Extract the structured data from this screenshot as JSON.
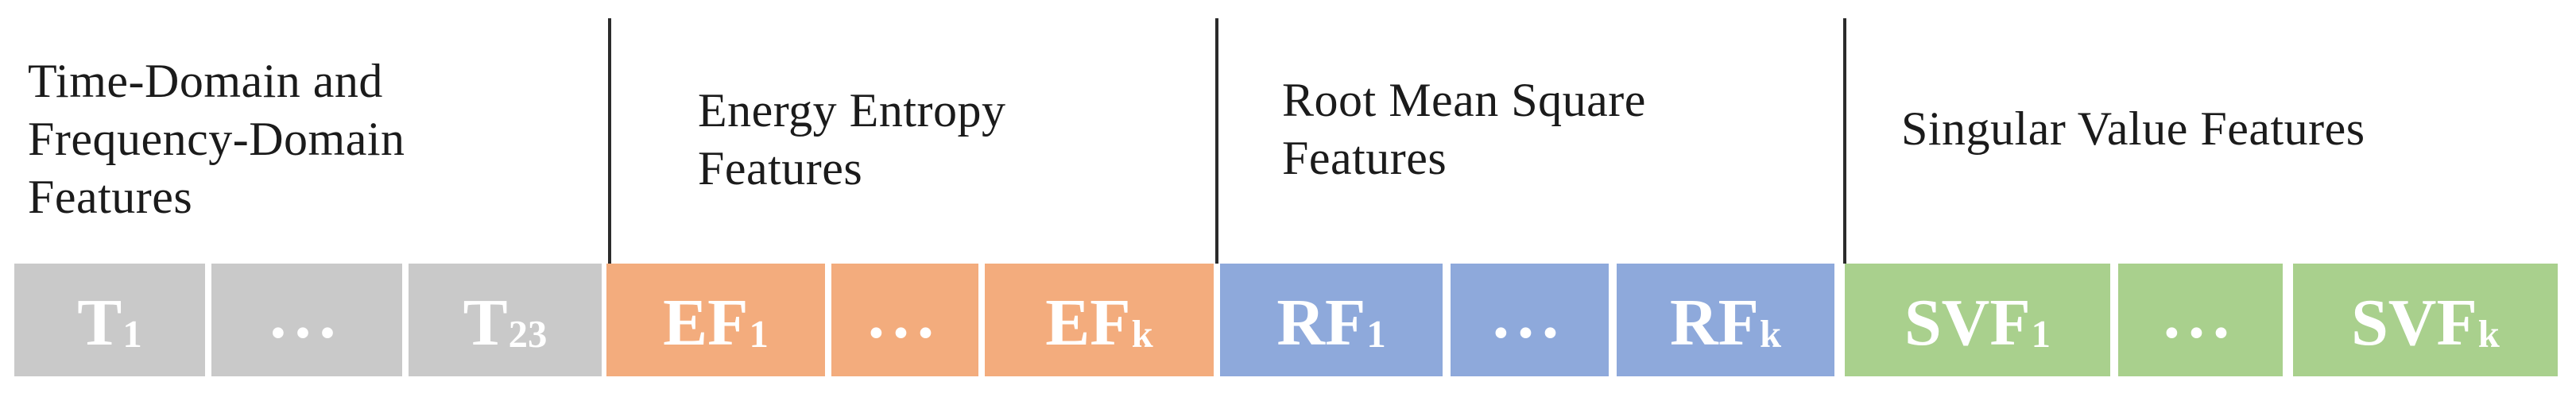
{
  "diagram": {
    "title": "Feature vector composition diagram",
    "background_color": "#FFFFFF",
    "divider_color": "#2B2B2B",
    "label_text_color": "#1B1B1B",
    "cell_text_color": "#FFFFFF",
    "sections": [
      {
        "name": "time-frequency-domain-features",
        "label_lines": [
          "Time-Domain and",
          "Frequency-Domain",
          "Features"
        ],
        "color": "#C9C9C9",
        "cells": [
          {
            "main": "T",
            "sub": "1"
          },
          {
            "main": "...",
            "sub": ""
          },
          {
            "main": "T",
            "sub": "23"
          }
        ]
      },
      {
        "name": "energy-entropy-features",
        "label_lines": [
          "Energy Entropy",
          "Features"
        ],
        "color": "#F3AC7D",
        "cells": [
          {
            "main": "EF",
            "sub": "1"
          },
          {
            "main": "...",
            "sub": ""
          },
          {
            "main": "EF",
            "sub": "k"
          }
        ]
      },
      {
        "name": "root-mean-square-features",
        "label_lines": [
          "Root Mean Square",
          "Features"
        ],
        "color": "#8EA9DB",
        "cells": [
          {
            "main": "RF",
            "sub": "1"
          },
          {
            "main": "...",
            "sub": ""
          },
          {
            "main": "RF",
            "sub": "k"
          }
        ]
      },
      {
        "name": "singular-value-features",
        "label_lines": [
          "Singular Value Features"
        ],
        "color": "#A9D08D",
        "cells": [
          {
            "main": "SVF",
            "sub": "1"
          },
          {
            "main": "...",
            "sub": ""
          },
          {
            "main": "SVF",
            "sub": "k"
          }
        ]
      }
    ]
  }
}
